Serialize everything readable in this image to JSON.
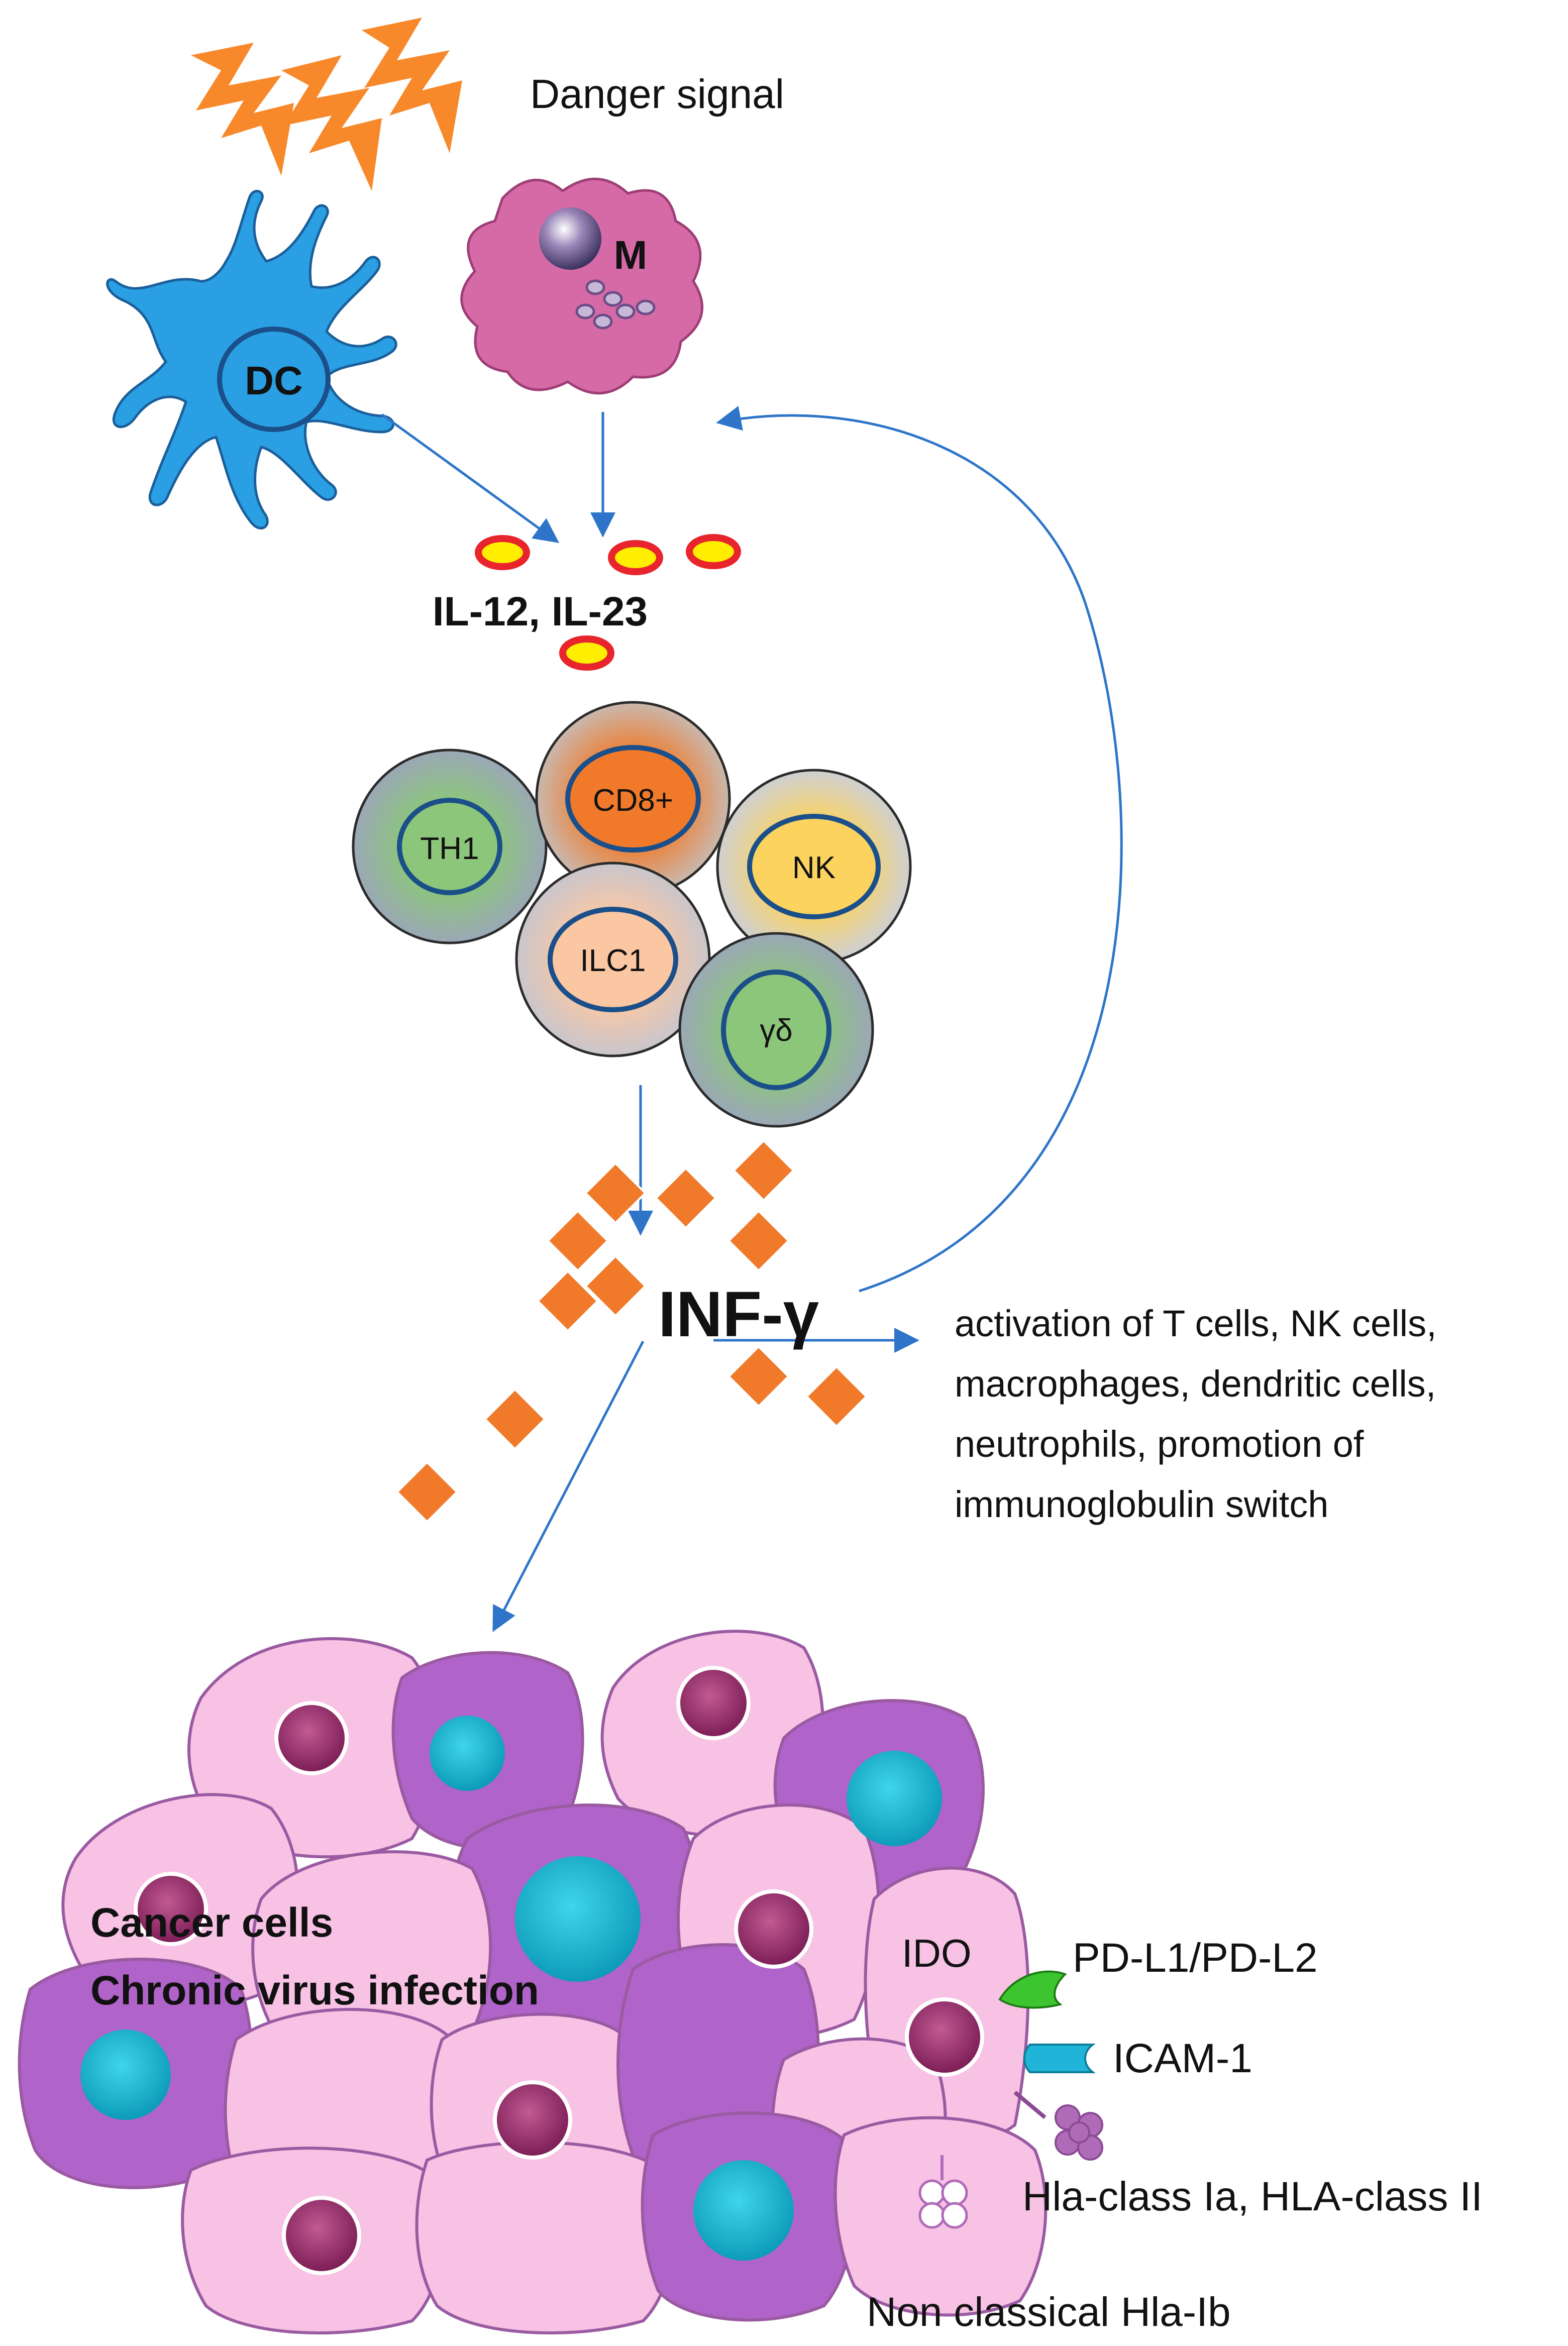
{
  "labels": {
    "danger_signal": "Danger signal",
    "macrophage": "M",
    "dendritic_cell": "DC",
    "cytokines": "IL-12, IL-23",
    "interferon": "INF-γ",
    "effects": [
      "activation of T cells, NK cells,",
      "macrophages, dendritic cells,",
      "neutrophils, promotion of",
      "immunoglobulin switch"
    ],
    "target_cells": [
      "Cancer cells",
      "Chronic virus infection"
    ],
    "ido": "IDO",
    "pd_l1": "PD-L1/PD-L2",
    "icam": "ICAM-1",
    "hla_class": "Hla-class Ia, HLA-class II",
    "hla_ib": "Non classical Hla-Ib"
  },
  "effector_cells": [
    {
      "name": "TH1",
      "color": "#8cc67a"
    },
    {
      "name": "CD8+",
      "color": "#f07a2a"
    },
    {
      "name": "NK",
      "color": "#fcd35e"
    },
    {
      "name": "ILC1",
      "color": "#fbc7a3"
    },
    {
      "name": "γδ",
      "color": "#8cc67a"
    }
  ],
  "colors": {
    "arrow": "#2e75c9",
    "lightning": "#f7892b",
    "diamond": "#f07a2a",
    "dc": "#2b9fe3",
    "macrophage": "#d56aa6",
    "cytokine_fill": "#ffee00",
    "cytokine_ring": "#e8242c",
    "cell_pink": "#f7c2e4",
    "cell_purple": "#b063c8",
    "nucleus_dark": "#9a2a6a",
    "nucleus_cyan": "#18b8d2",
    "pd_l1": "#3cc52e",
    "icam": "#1fb4d8",
    "hla": "#b06bb8"
  }
}
